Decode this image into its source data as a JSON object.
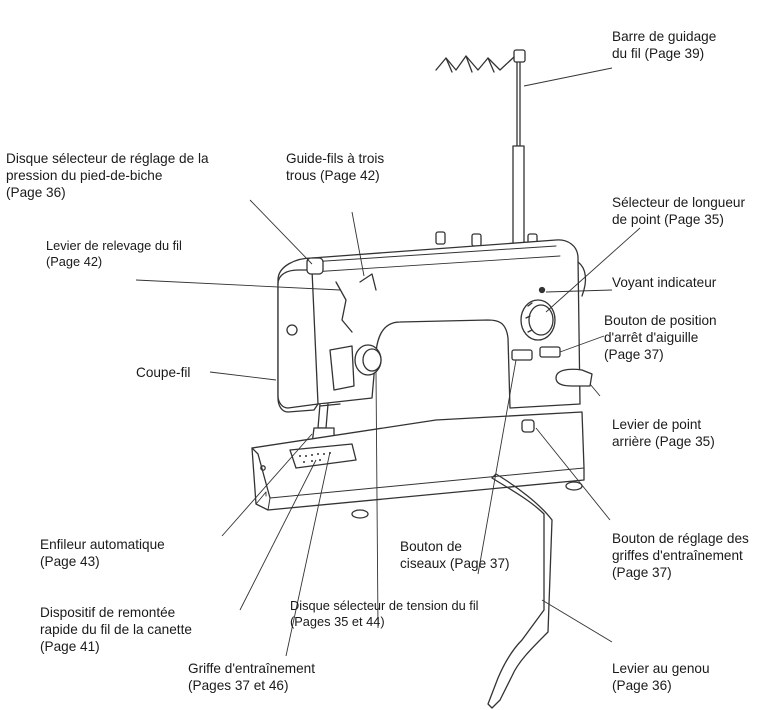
{
  "labels": {
    "barre_guidage": [
      "Barre de guidage",
      "du fil (Page 39)"
    ],
    "disque_pression": [
      "Disque sélecteur de réglage de la",
      "pression du pied-de-biche",
      "(Page 36)"
    ],
    "guide_fils": [
      "Guide-fils à trois",
      "trous (Page 42)"
    ],
    "selecteur_longueur": [
      "Sélecteur de longueur",
      "de point (Page 35)"
    ],
    "levier_relevage": [
      "Levier de relevage du fil",
      "(Page 42)"
    ],
    "voyant": [
      "Voyant indicateur"
    ],
    "bouton_position": [
      "Bouton de position",
      "d'arrêt d'aiguille",
      "(Page 37)"
    ],
    "coupe_fil": [
      "Coupe-fil"
    ],
    "levier_arriere": [
      "Levier de point",
      "arrière (Page 35)"
    ],
    "bouton_griffes": [
      "Bouton de réglage des",
      "griffes d'entraînement",
      "(Page 37)"
    ],
    "bouton_ciseaux": [
      "Bouton de",
      "ciseaux (Page 37)"
    ],
    "enfileur": [
      "Enfileur automatique",
      "(Page 43)"
    ],
    "disque_tension": [
      "Disque sélecteur de tension du fil",
      "(Pages 35 et 44)"
    ],
    "dispositif_remontee": [
      "Dispositif de remontée",
      "rapide du fil de la canette",
      "(Page 41)"
    ],
    "griffe_entrainement": [
      "Griffe d'entraînement",
      "(Pages 37 et 46)"
    ],
    "levier_genou": [
      "Levier au genou",
      "(Page 36)"
    ]
  }
}
